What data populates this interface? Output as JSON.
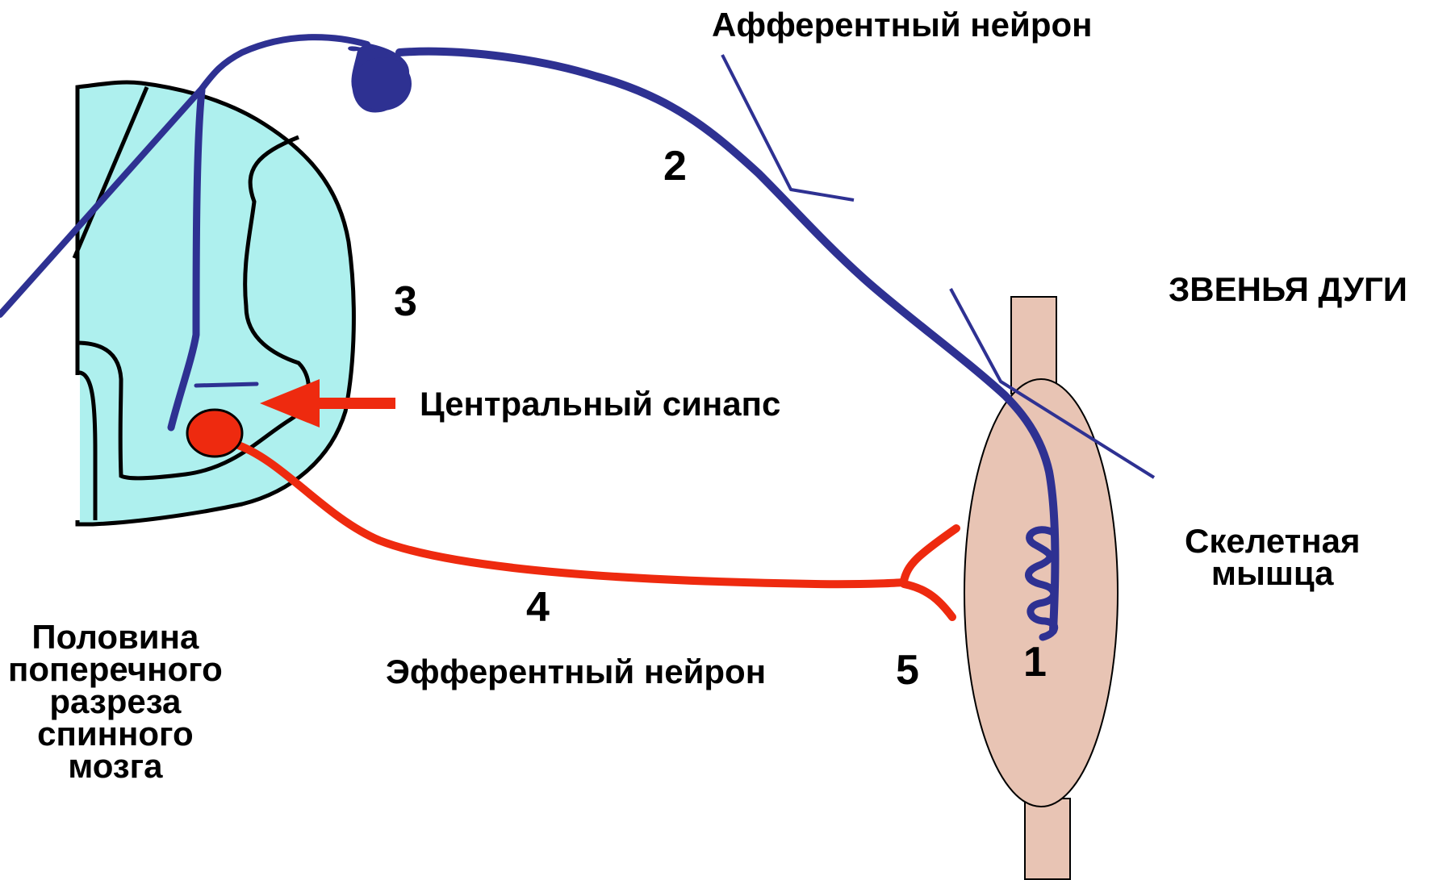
{
  "labels": {
    "afferent_neuron": "Афферентный нейрон",
    "reflex_arc_links": "ЗВЕНЬЯ ДУГИ",
    "central_synapse": "Центральный синапс",
    "efferent_neuron": "Эфферентный нейрон",
    "skeletal_muscle": [
      "Скелетная",
      "мышца"
    ],
    "spinal_cord_half": [
      "Половина",
      "поперечного",
      "разреза",
      "спинного",
      "мозга"
    ]
  },
  "numbers": {
    "n1": "1",
    "n2": "2",
    "n3": "3",
    "n4": "4",
    "n5": "5"
  },
  "colors": {
    "afferent": "#2e3192",
    "efferent": "#ee2a0f",
    "spinal_cord": "#aef0ee",
    "muscle": "#e8c4b4",
    "outline": "#000000"
  }
}
